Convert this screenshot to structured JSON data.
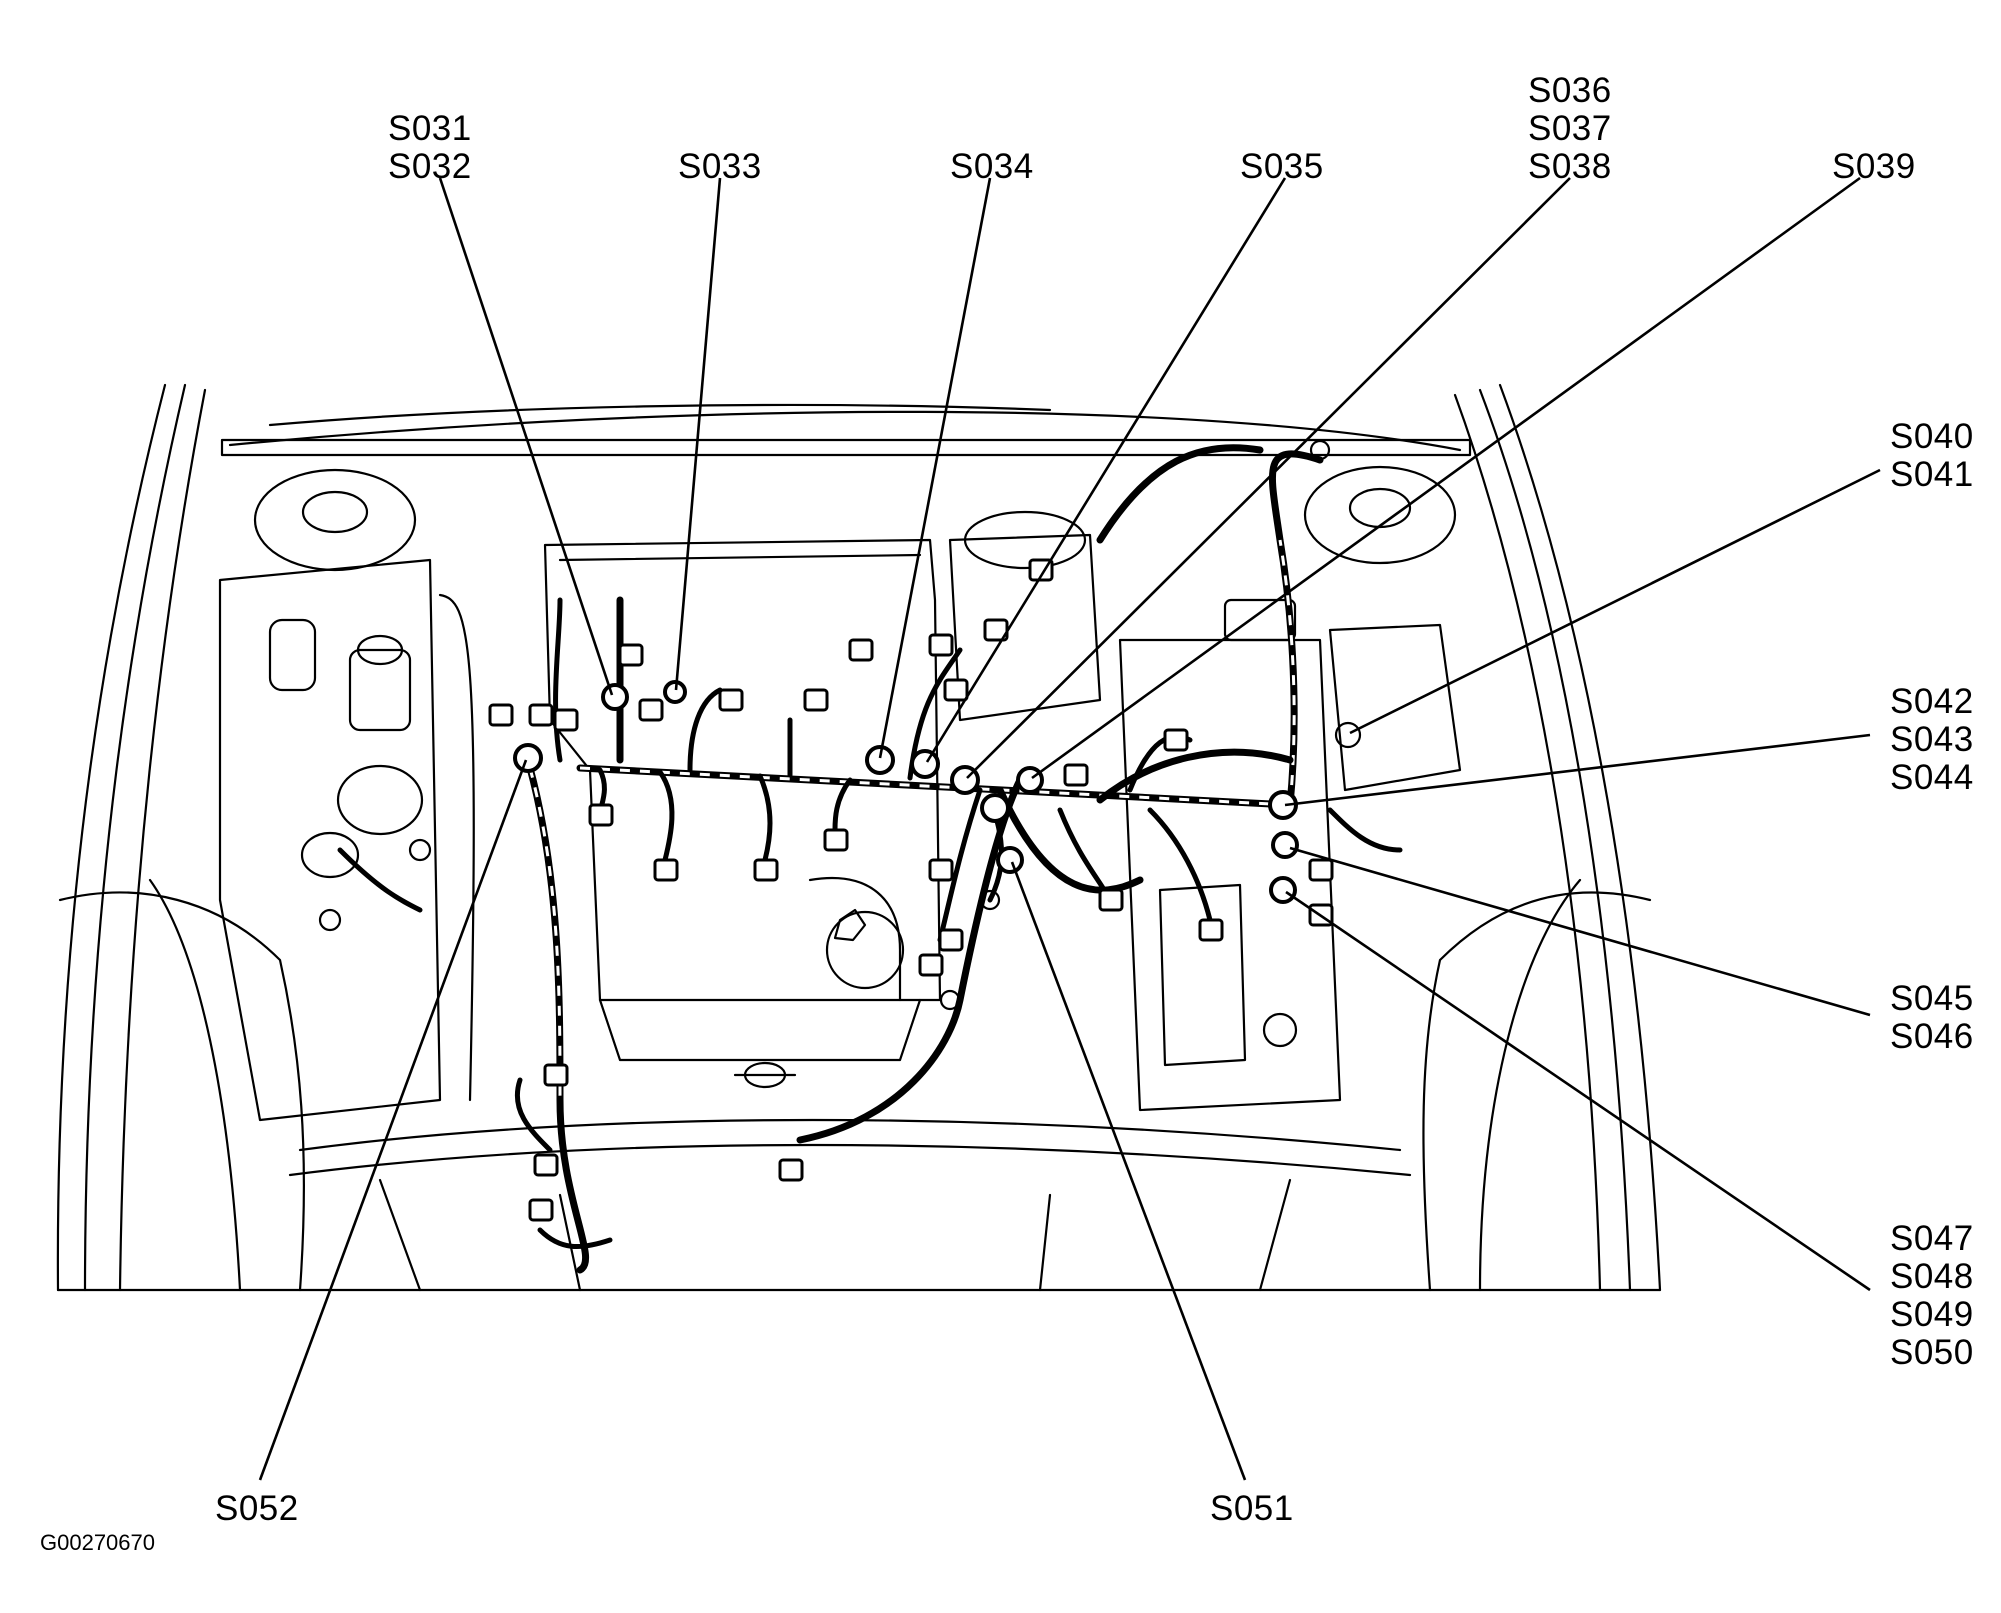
{
  "diagram": {
    "image_code": "G00270670",
    "splice_labels": {
      "s031_s032": [
        "S031",
        "S032"
      ],
      "s033": [
        "S033"
      ],
      "s034": [
        "S034"
      ],
      "s035": [
        "S035"
      ],
      "s036_s038": [
        "S036",
        "S037",
        "S038"
      ],
      "s039": [
        "S039"
      ],
      "s040_s041": [
        "S040",
        "S041"
      ],
      "s042_s044": [
        "S042",
        "S043",
        "S044"
      ],
      "s045_s046": [
        "S045",
        "S046"
      ],
      "s047_s050": [
        "S047",
        "S048",
        "S049",
        "S050"
      ],
      "s051": [
        "S051"
      ],
      "s052": [
        "S052"
      ]
    }
  }
}
